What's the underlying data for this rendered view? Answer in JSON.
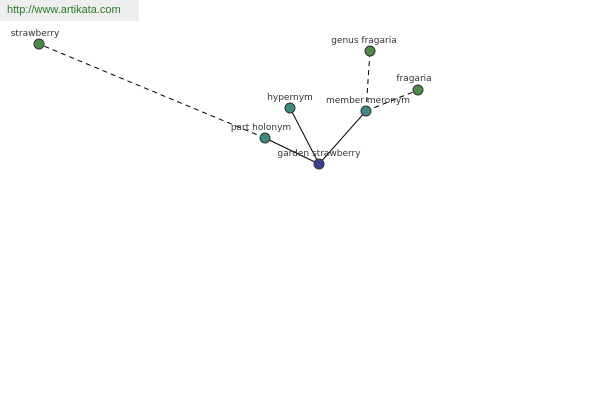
{
  "banner": {
    "url": "http://www.artikata.com"
  },
  "colors": {
    "banner_text": "#2a7a2a",
    "banner_bg": "#eeeeee",
    "center_node": "#3a3f8f",
    "relation_node": "#3f8a82",
    "word_node": "#4f8a4a",
    "edge": "#000000"
  },
  "graph": {
    "center": {
      "id": "center",
      "label": "garden strawberry",
      "kind": "center"
    },
    "nodes": [
      {
        "id": "part_holonym",
        "label": "part holonym",
        "kind": "relation"
      },
      {
        "id": "hypernym",
        "label": "hypernym",
        "kind": "relation"
      },
      {
        "id": "member_meronym",
        "label": "member meronym",
        "kind": "relation"
      },
      {
        "id": "strawberry",
        "label": "strawberry",
        "kind": "word"
      },
      {
        "id": "genus_fragaria",
        "label": "genus fragaria",
        "kind": "word"
      },
      {
        "id": "fragaria",
        "label": "fragaria",
        "kind": "word"
      }
    ],
    "edges": [
      {
        "from": "center",
        "to": "part_holonym",
        "style": "solid"
      },
      {
        "from": "center",
        "to": "hypernym",
        "style": "solid"
      },
      {
        "from": "center",
        "to": "member_meronym",
        "style": "solid"
      },
      {
        "from": "part_holonym",
        "to": "strawberry",
        "style": "dashed"
      },
      {
        "from": "member_meronym",
        "to": "genus_fragaria",
        "style": "dashed"
      },
      {
        "from": "member_meronym",
        "to": "fragaria",
        "style": "dashed"
      }
    ]
  }
}
